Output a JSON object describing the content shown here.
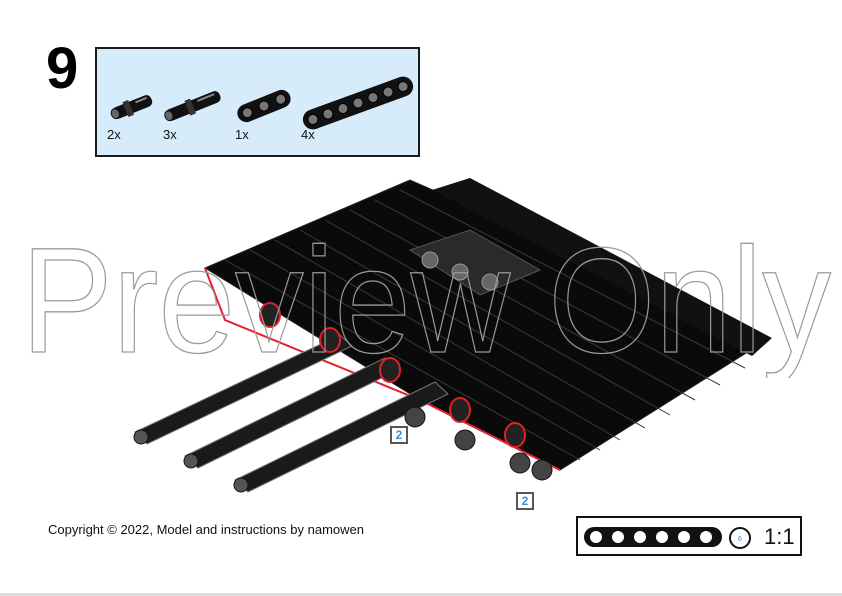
{
  "step": {
    "number": "9"
  },
  "parts": [
    {
      "name": "axle-pin-with-bushing",
      "qty": "2x"
    },
    {
      "name": "long-axle-pin",
      "qty": "3x"
    },
    {
      "name": "liftarm-1x3",
      "qty": "1x"
    },
    {
      "name": "liftarm-1x7",
      "qty": "4x"
    }
  ],
  "callouts": [
    "2",
    "2"
  ],
  "watermark": {
    "text": "Preview Only"
  },
  "footer": {
    "copyright": "Copyright © 2022, Model and instructions by namowen"
  },
  "scale": {
    "label": "1:1",
    "badge": "6"
  },
  "colors": {
    "panel_bg": "#d6ecfa",
    "part_black": "#111111",
    "highlight_red": "#e3202a",
    "callout_blue": "#3d8fd6"
  }
}
